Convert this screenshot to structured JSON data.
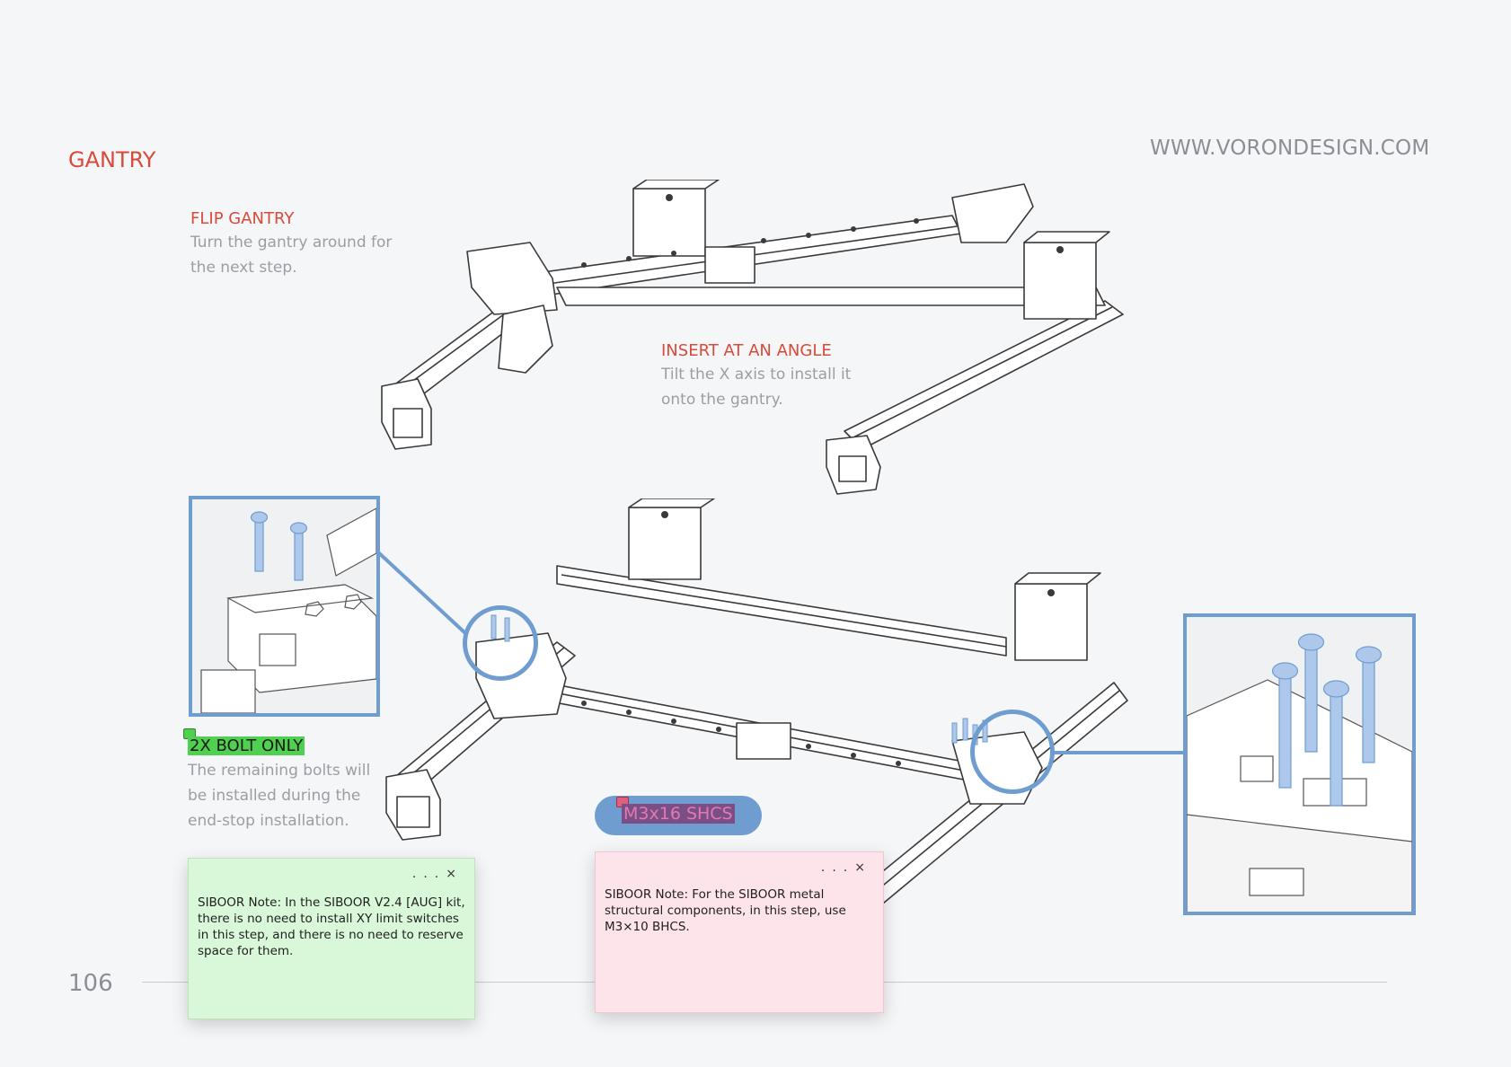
{
  "header": {
    "section_title": "GANTRY",
    "site_url": "WWW.VORONDESIGN.COM"
  },
  "steps": {
    "flip": {
      "heading": "FLIP GANTRY",
      "line1": "Turn the gantry around for",
      "line2": "the next step."
    },
    "insert": {
      "heading": "INSERT AT AN ANGLE",
      "line1": "Tilt the X axis to install it",
      "line2": "onto the gantry."
    },
    "bolt": {
      "heading": "2X BOLT ONLY",
      "line1": "The remaining bolts will",
      "line2": "be installed during the",
      "line3": "end-stop installation."
    }
  },
  "hardware_label": "M3x16 SHCS",
  "notes": {
    "green": {
      "text": "SIBOOR Note: In the SIBOOR V2.4 [AUG] kit, there is no need to install XY limit switches in this step, and there is no need to reserve space for them.",
      "menu": "...",
      "close": "×",
      "color": "#d9f7d9"
    },
    "pink": {
      "text": "SIBOOR Note: For the SIBOOR metal structural components, in this step, use M3×10 BHCS.",
      "menu": "...",
      "close": "×",
      "color": "#fde3ea"
    }
  },
  "footer": {
    "page_number": "106"
  },
  "colors": {
    "accent_red": "#d94a3a",
    "callout_blue": "#6f9dd0",
    "highlight_green": "#4fd14f",
    "highlight_purple": "#7b4f86"
  }
}
